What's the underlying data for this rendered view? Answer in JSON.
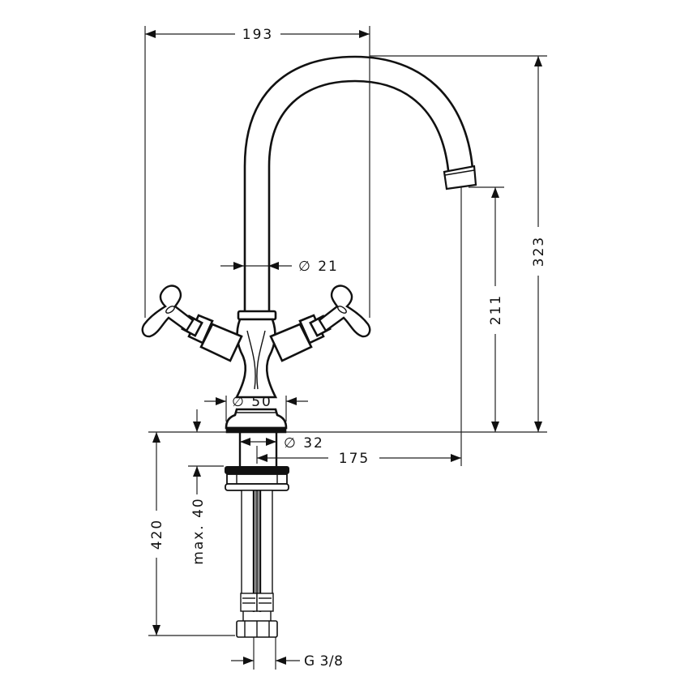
{
  "drawing": {
    "title": "Faucet dimension drawing",
    "line_color": "#111111",
    "background": "#ffffff",
    "units": "mm"
  },
  "dimensions": {
    "spout_reach_top": "193",
    "total_height": "323",
    "spout_outlet_height": "211",
    "spout_diameter": "∅ 21",
    "base_diameter": "∅ 50",
    "shank_diameter": "∅ 32",
    "spout_projection": "175",
    "hose_length": "420",
    "max_deck_thickness": "max. 40",
    "connection_thread": "G 3/8"
  }
}
